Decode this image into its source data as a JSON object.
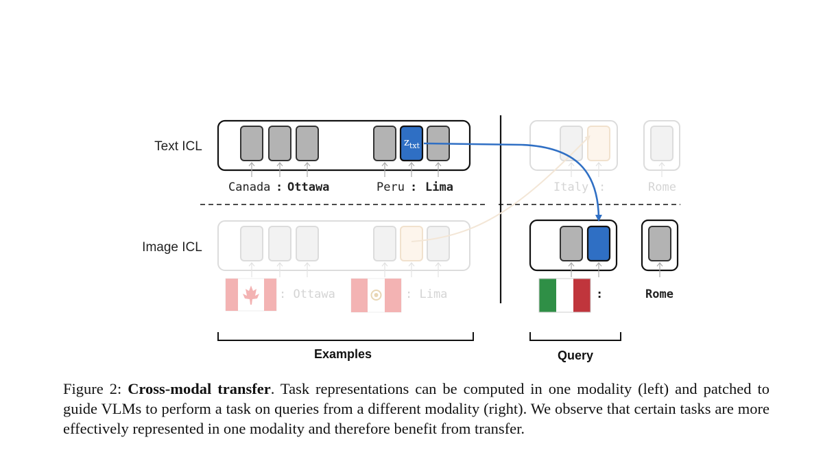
{
  "figure": {
    "row_labels": {
      "text": "Text ICL",
      "image": "Image ICL"
    },
    "text_row": {
      "ex1_key": "Canada",
      "ex1_sep": ":",
      "ex1_val": "Ottawa",
      "ex2_key": "Peru",
      "ex2_sep": ":",
      "ex2_val": "Lima",
      "token_main": "z",
      "token_sub": "txt",
      "query_key": "Italy",
      "query_sep": ":",
      "query_answer": "Rome"
    },
    "image_row": {
      "ex1_val": ": Ottawa",
      "ex2_val": ": Lima",
      "query_sep": ":",
      "query_answer": "Rome",
      "flags": [
        "canada-flag",
        "peru-flag",
        "italy-flag"
      ]
    },
    "brackets": {
      "examples": "Examples",
      "query": "Query"
    },
    "colors": {
      "token_gray": "#b3b3b3",
      "token_highlight": "#2f6fc4",
      "arrow": "#2f6fc4",
      "faded": "#d9d9d9",
      "italy_green": "#2f8f46",
      "italy_red": "#c0353c",
      "flag_red_faded": "#f3b3b3"
    }
  },
  "caption": {
    "prefix": "Figure 2: ",
    "title": "Cross-modal transfer",
    "body": ". Task representations can be computed in one modality (left) and patched to guide VLMs to perform a task on queries from a different modality (right). We observe that certain tasks are more effectively represented in one modality and therefore benefit from transfer."
  }
}
